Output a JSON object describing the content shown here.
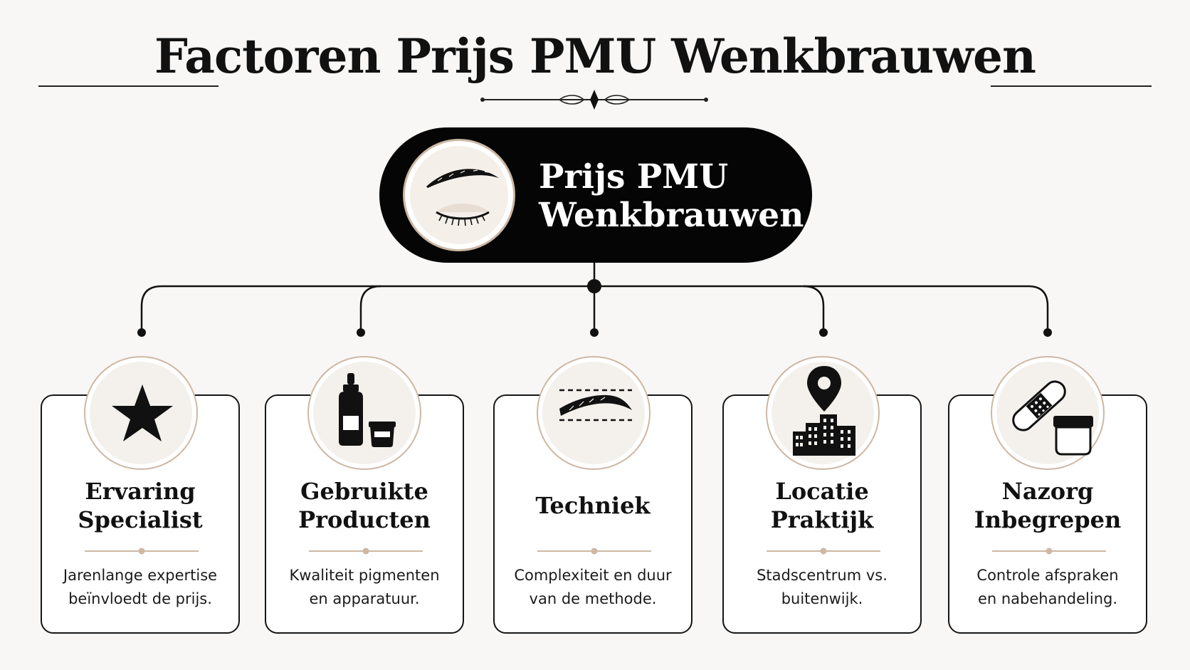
{
  "title": "Factoren Prijs PMU Wenkbrauwen",
  "center": {
    "line1": "Prijs PMU",
    "line2": "Wenkbrauwen",
    "icon": "eyebrow-closed-eye-icon"
  },
  "factors": [
    {
      "title_line1": "Ervaring",
      "title_line2": "Specialist",
      "desc_line1": "Jarenlange expertise",
      "desc_line2": "beïnvloedt de prijs.",
      "icon": "star-icon"
    },
    {
      "title_line1": "Gebruikte",
      "title_line2": "Producten",
      "desc_line1": "Kwaliteit pigmenten",
      "desc_line2": "en apparatuur.",
      "icon": "pigment-bottle-icon"
    },
    {
      "title_line1": "Techniek",
      "title_line2": "",
      "desc_line1": "Complexiteit en duur",
      "desc_line2": "van de methode.",
      "icon": "eyebrow-technique-icon"
    },
    {
      "title_line1": "Locatie",
      "title_line2": "Praktijk",
      "desc_line1": "Stadscentrum vs.",
      "desc_line2": "buitenwijk.",
      "icon": "location-city-icon"
    },
    {
      "title_line1": "Nazorg",
      "title_line2": "Inbegrepen",
      "desc_line1": "Controle afspraken",
      "desc_line2": "en nabehandeling.",
      "icon": "bandage-jar-icon"
    }
  ],
  "colors": {
    "accent": "#cdb8a4",
    "dark": "#050505",
    "background": "#f8f7f6"
  }
}
